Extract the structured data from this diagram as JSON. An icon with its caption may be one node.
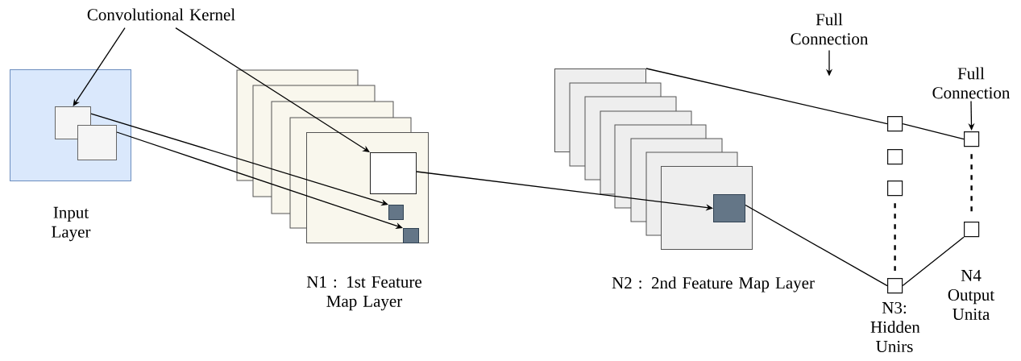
{
  "diagram": {
    "nodes": [
      {
        "text": [
          "Convolutional Kernel"
        ]
      },
      {
        "text": [],
        "shape": "box",
        "beside": [
          "Input Layer"
        ]
      },
      {
        "text": [],
        "shape": "box",
        "in": 1
      },
      {
        "text": [],
        "shape": "box",
        "in": 1
      },
      {
        "text": [],
        "shape": "box",
        "beside": [
          "N1 : 1st Feature Map Layer"
        ]
      },
      {
        "text": [],
        "shape": "box",
        "in": 4
      },
      {
        "text": [],
        "shape": "box",
        "in": 4
      },
      {
        "text": [],
        "shape": "box",
        "in": 4
      },
      {
        "text": [],
        "shape": "box"
      },
      {
        "text": [],
        "shape": "box",
        "beside": [
          "N2 : 2nd Feature Map Layer"
        ]
      },
      {
        "text": [],
        "shape": "box",
        "in": 9
      },
      {
        "text": [
          "Full Connection"
        ]
      },
      {
        "text": [],
        "shape": "box"
      },
      {
        "text": [],
        "shape": "box"
      },
      {
        "text": [],
        "shape": "box"
      },
      {
        "text": [],
        "shape": "box",
        "beside": [
          "N3: Hidden Unirs"
        ]
      },
      {
        "text": [
          "Full Connection"
        ]
      },
      {
        "text": [],
        "shape": "box"
      },
      {
        "text": [],
        "shape": "box",
        "beside": [
          "N4 Output Unita"
        ]
      }
    ],
    "edges": [
      {
        "from": 0,
        "to": 2,
        "arrow": "to"
      },
      {
        "from": 0,
        "to": 5,
        "arrow": "to"
      },
      {
        "from": 2,
        "to": 6,
        "arrow": "to"
      },
      {
        "from": 3,
        "to": 7,
        "arrow": "to"
      },
      {
        "from": 5,
        "to": 10,
        "arrow": "to"
      },
      {
        "from": 8,
        "to": 12,
        "arrow": "none"
      },
      {
        "from": 10,
        "to": 15,
        "arrow": "none"
      },
      {
        "from": 12,
        "to": 17,
        "arrow": "none"
      },
      {
        "from": 15,
        "to": 18,
        "arrow": "none"
      },
      {
        "from": 11,
        "to": null,
        "arrow": "to"
      },
      {
        "from": 16,
        "to": 17,
        "arrow": "to"
      },
      {
        "from": 14,
        "to": 15,
        "arrow": "none",
        "style": "dashed"
      },
      {
        "from": 17,
        "to": 18,
        "arrow": "none",
        "style": "dashed"
      }
    ]
  }
}
